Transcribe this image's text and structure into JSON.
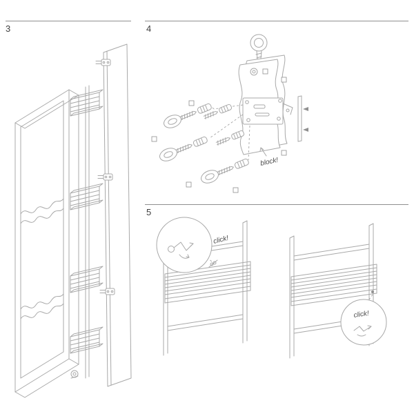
{
  "document": {
    "type": "assembly-instructions",
    "background": "#ffffff",
    "drawing_stroke": "#a8a8a8",
    "divider_color": "#8f8f8f",
    "label_color": "#3f3f3f"
  },
  "steps": {
    "three": {
      "number": "3"
    },
    "four": {
      "number": "4",
      "annotations": {
        "block": "block!"
      }
    },
    "five": {
      "number": "5",
      "annotations": {
        "click_left": "click!",
        "click_right": "click!"
      }
    }
  }
}
